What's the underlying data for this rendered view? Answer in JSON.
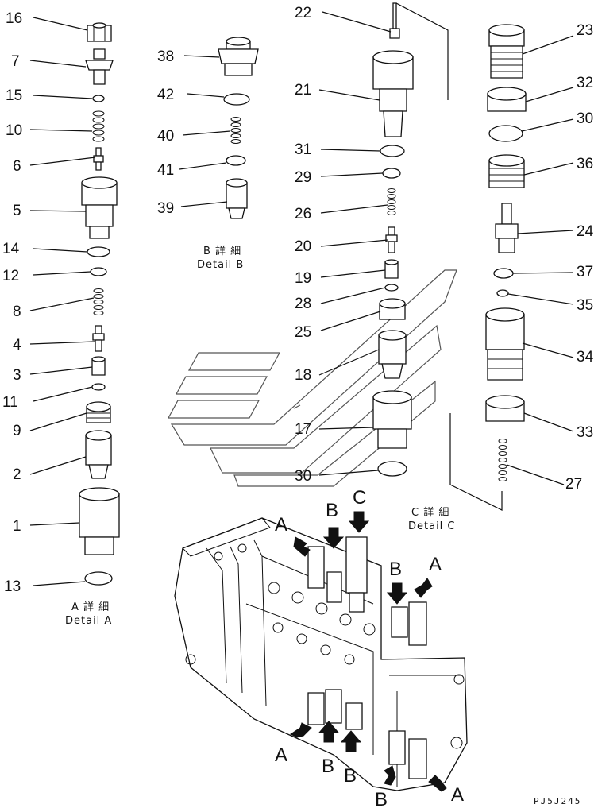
{
  "parts": {
    "p16": "16",
    "p7": "7",
    "p15": "15",
    "p10": "10",
    "p6": "6",
    "p5": "5",
    "p14": "14",
    "p12": "12",
    "p8": "8",
    "p4": "4",
    "p3": "3",
    "p11": "11",
    "p9": "9",
    "p2": "2",
    "p1": "1",
    "p13": "13",
    "p38": "38",
    "p42": "42",
    "p40": "40",
    "p41": "41",
    "p39": "39",
    "p22": "22",
    "p21": "21",
    "p31": "31",
    "p29": "29",
    "p26": "26",
    "p20": "20",
    "p19": "19",
    "p28": "28",
    "p25": "25",
    "p18": "18",
    "p17": "17",
    "p30a": "30",
    "p23": "23",
    "p32": "32",
    "p30b": "30",
    "p36": "36",
    "p24": "24",
    "p37": "37",
    "p35": "35",
    "p34": "34",
    "p33": "33",
    "p27": "27"
  },
  "captions": {
    "detail_a_jp": "A 詳 細",
    "detail_a_en": "Detail A",
    "detail_b_jp": "B 詳 細",
    "detail_b_en": "Detail B",
    "detail_c_jp": "C 詳 細",
    "detail_c_en": "Detail C"
  },
  "markers": {
    "a1": "A",
    "b1": "B",
    "c1": "C",
    "b2": "B",
    "a2": "A",
    "a3": "A",
    "b3": "B",
    "b4": "B",
    "b5": "B",
    "a4": "A"
  },
  "drawing_code": "PJ5J245"
}
